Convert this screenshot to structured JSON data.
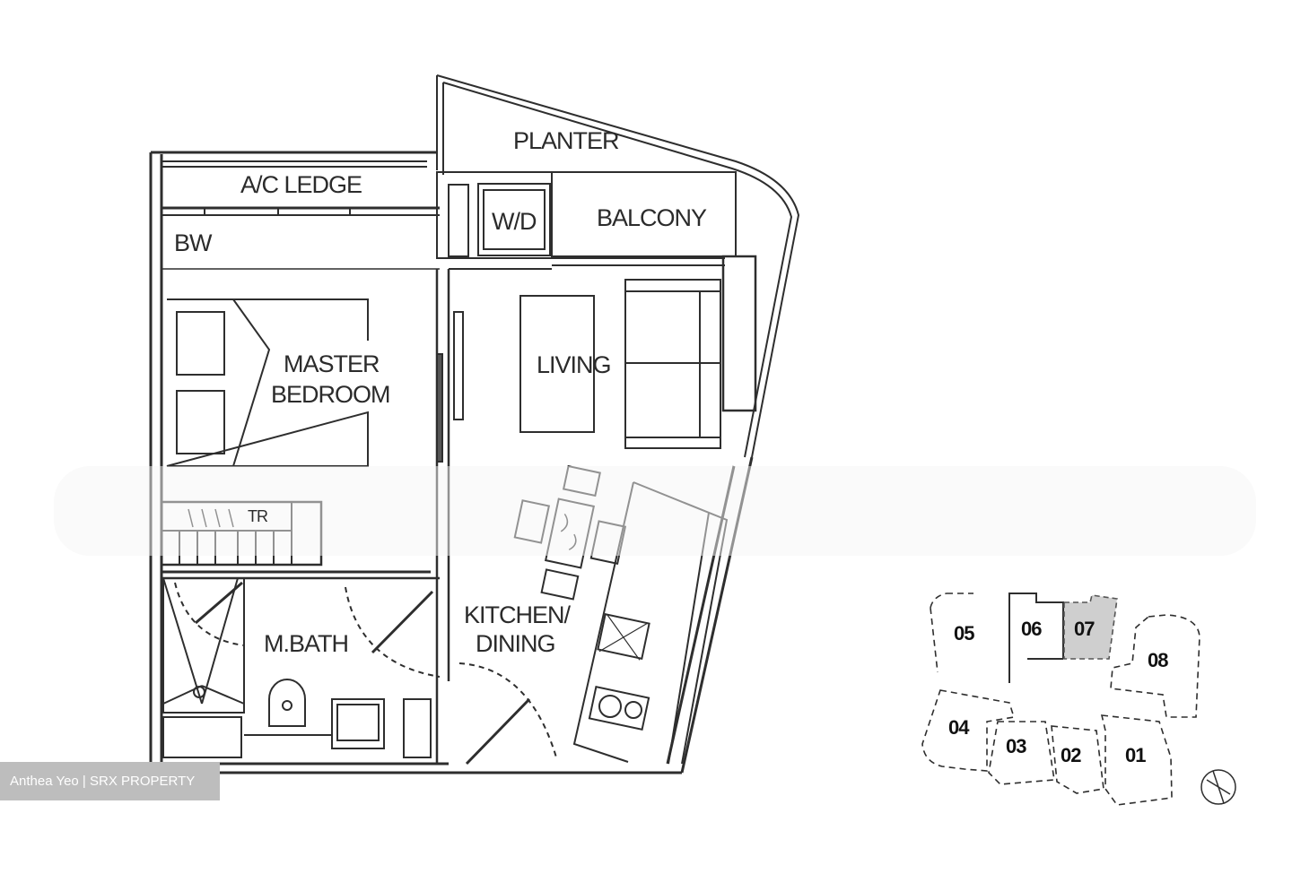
{
  "floor_plan": {
    "rooms": {
      "planter": "PLANTER",
      "ac_ledge": "A/C LEDGE",
      "bw": "BW",
      "wd": "W/D",
      "balcony": "BALCONY",
      "master_bedroom_line1": "MASTER",
      "master_bedroom_line2": "BEDROOM",
      "living": "LIVING",
      "m_bath": "M.BATH",
      "kitchen_line1": "KITCHEN/",
      "kitchen_line2": "DINING"
    },
    "wardrobe_mark": "TR"
  },
  "key_plan": {
    "highlighted_unit": "07",
    "highlight_color": "#cfcfcf",
    "units": [
      "01",
      "02",
      "03",
      "04",
      "05",
      "06",
      "07",
      "08"
    ],
    "north_icon": "compass-icon"
  },
  "credit": {
    "text": "Anthea Yeo | SRX PROPERTY"
  }
}
